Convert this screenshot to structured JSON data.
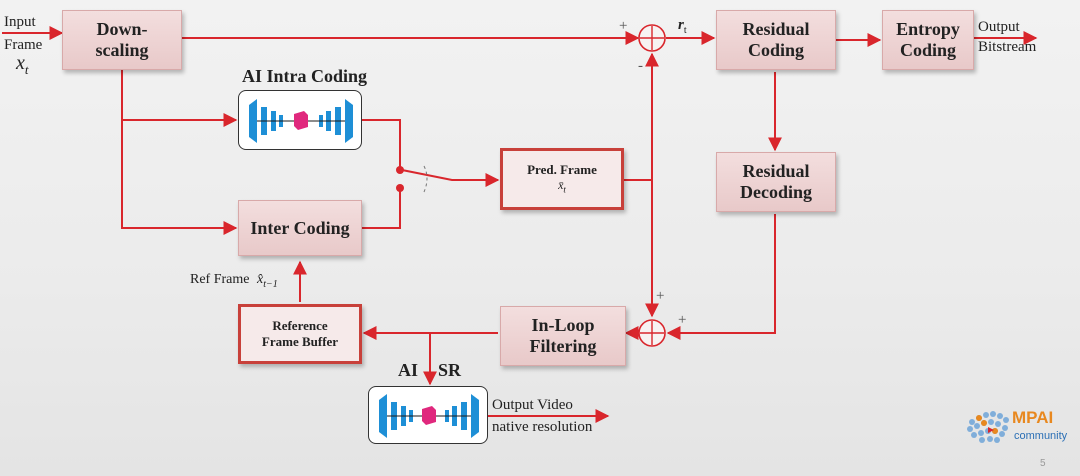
{
  "labels": {
    "input": "Input",
    "frame": "Frame",
    "xt": "x",
    "xt_sub": "t",
    "output": "Output",
    "bitstream": "Bitstream",
    "rt": "r",
    "rt_sub": "t",
    "plus": "+",
    "minus": "-",
    "ai_intra": "AI Intra Coding",
    "ref_frame": "Ref Frame",
    "ref_frame_sym": "x̂",
    "ref_frame_sub": "t−1",
    "ai": "AI",
    "sr": "SR",
    "output_video": "Output Video",
    "native_resolution": "native resolution",
    "page_number": "5"
  },
  "blocks": {
    "downscaling": "Down-\nscaling",
    "residual_coding": "Residual\nCoding",
    "entropy_coding": "Entropy\nCoding",
    "residual_decoding": "Residual\nDecoding",
    "inter_coding": "Inter Coding",
    "in_loop": "In-Loop\nFiltering",
    "pred_frame": "Pred. Frame",
    "pred_frame_sym": "x̄",
    "pred_frame_sub": "t",
    "ref_buffer": "Reference\nFrame Buffer"
  },
  "logo": {
    "name": "MPAI",
    "tagline": "community"
  },
  "colors": {
    "arrow": "#d9262c",
    "block_fill": "#efd6d6",
    "nn_blue": "#1e8fd6",
    "nn_pink": "#e0287d",
    "logo_orange": "#e8881f",
    "logo_blue": "#2b6fb5"
  }
}
